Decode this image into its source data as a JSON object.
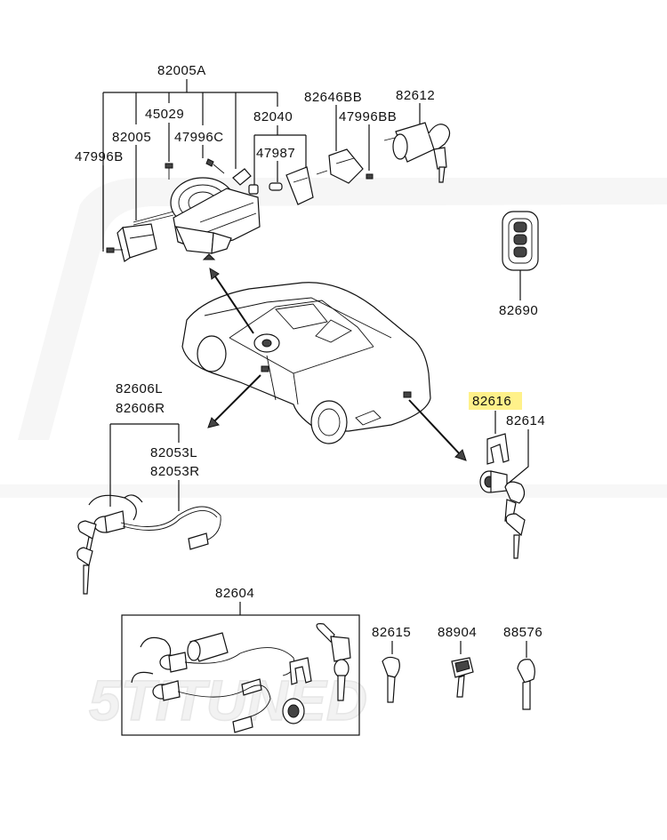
{
  "diagram": {
    "highlight_color": "#fff18a",
    "watermark": "5TITUNED",
    "parts": {
      "p82005A": "82005A",
      "p45029": "45029",
      "p82040": "82040",
      "p82005": "82005",
      "p47996C": "47996C",
      "p47996B": "47996B",
      "p47987": "47987",
      "p82646BB": "82646BB",
      "p47996BB": "47996BB",
      "p82612": "82612",
      "p82690": "82690",
      "p82606L": "82606L",
      "p82606R": "82606R",
      "p82053L": "82053L",
      "p82053R": "82053R",
      "p82616": "82616",
      "p82614": "82614",
      "p82604": "82604",
      "p82615": "82615",
      "p88904": "88904",
      "p88576": "88576"
    }
  }
}
